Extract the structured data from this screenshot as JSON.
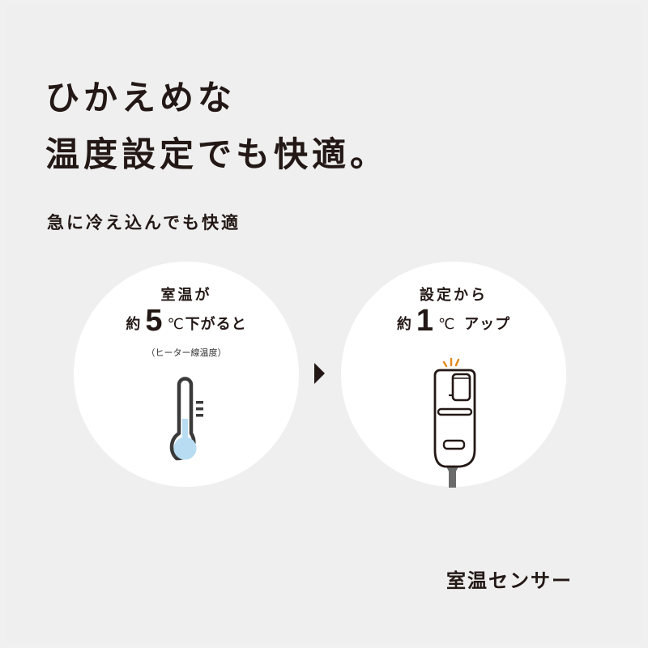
{
  "headline": {
    "line1": "ひかえめな",
    "line2": "温度設定でも快適。"
  },
  "subheadline": "急に冷え込んでも快適",
  "steps": [
    {
      "line1": "室温が",
      "prefix": "約",
      "number": "5",
      "unit": "℃",
      "suffix": "下がると",
      "note": "（ヒーター線温度）",
      "icon": "thermometer-icon"
    },
    {
      "line1": "設定から",
      "prefix": "約",
      "number": "1",
      "unit": "℃",
      "suffix": "アップ",
      "icon": "remote-control-icon"
    }
  ],
  "arrow_icon": "play-arrow-icon",
  "footer_label": "室温センサー",
  "colors": {
    "background": "#efefef",
    "circle": "#ffffff",
    "text": "#231815",
    "thermometer_fill": "#b8dcf2",
    "indicator": "#e58a1f",
    "cord": "#6b6b6b"
  }
}
